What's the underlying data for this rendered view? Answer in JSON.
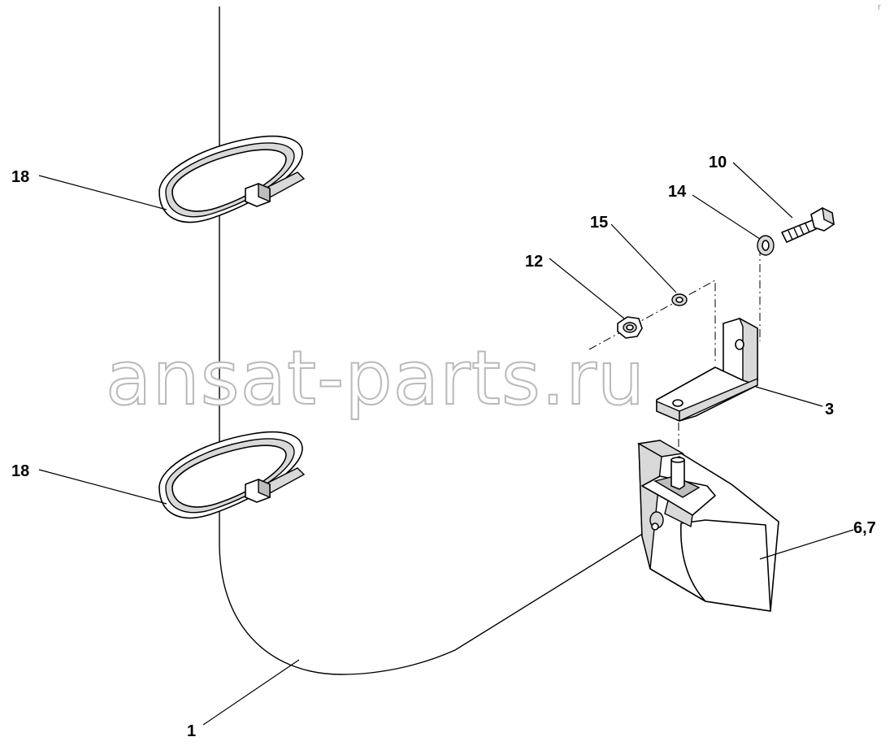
{
  "watermark": "ansat-parts.ru",
  "corner_mark": "r",
  "callouts": {
    "c1": "1",
    "c3": "3",
    "c67": "6,7",
    "c10": "10",
    "c12": "12",
    "c14": "14",
    "c15": "15",
    "c18a": "18",
    "c18b": "18"
  }
}
